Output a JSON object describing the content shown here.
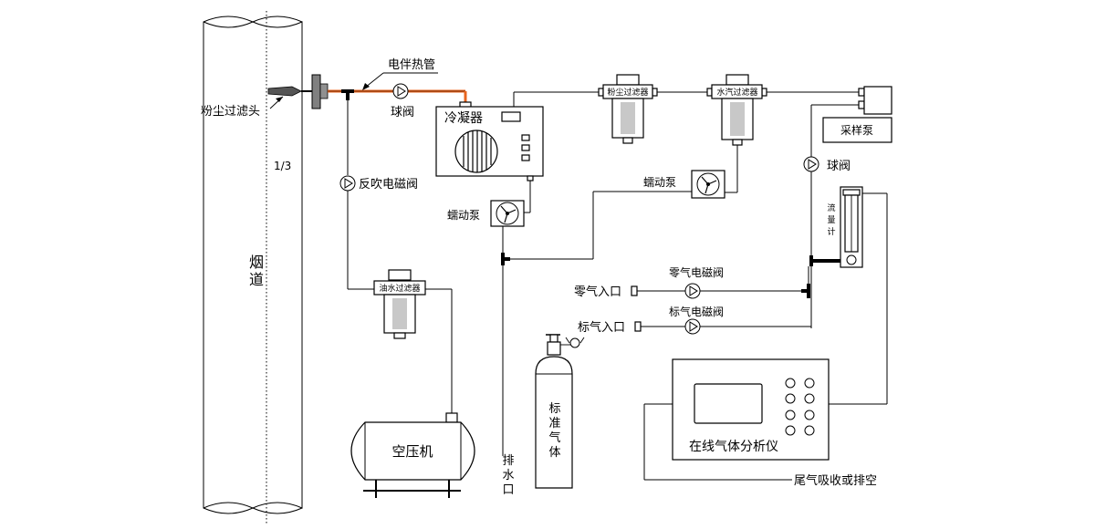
{
  "labels": {
    "flue": "烟道",
    "fraction": "1/3",
    "dust_filter_head": "粉尘过滤头",
    "heat_trace_pipe": "电伴热管",
    "ball_valve_top": "球阀",
    "backflush_valve": "反吹电磁阀",
    "condenser": "冷凝器",
    "peristaltic_pump_1": "蠕动泵",
    "peristaltic_pump_2": "蠕动泵",
    "dust_filter": "粉尘过滤器",
    "water_filter": "水汽过滤器",
    "sampling_pump": "采样泵",
    "ball_valve_right": "球阀",
    "flowmeter": "流量计",
    "oil_water_filter": "油水过滤器",
    "air_compressor": "空压机",
    "drain_outlet": "排水口",
    "standard_gas_cylinder": "标准气体",
    "zero_gas_valve": "零气电磁阀",
    "zero_gas_inlet": "零气入口",
    "span_gas_valve": "标气电磁阀",
    "span_gas_inlet": "标气入口",
    "analyzer": "在线气体分析仪",
    "exhaust": "尾气吸收或排空"
  },
  "colors": {
    "line": "#000000",
    "heat_trace": "#e8641e",
    "filter_element": "#c8c8c8",
    "flange": "#808080"
  }
}
